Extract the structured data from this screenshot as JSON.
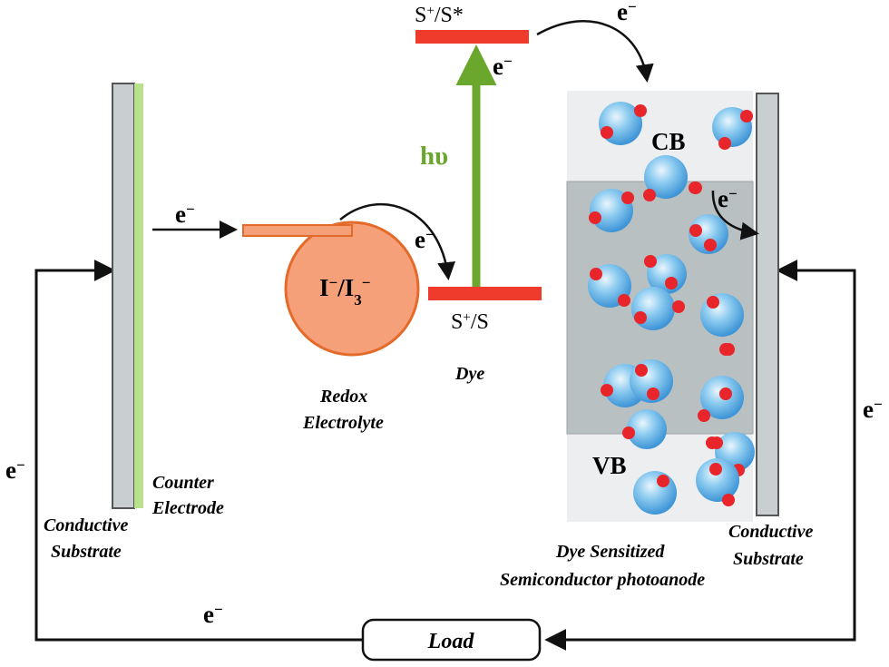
{
  "labels": {
    "electron": "e",
    "minus": "−",
    "plus": "+",
    "counter_electrode_line1": "Counter",
    "counter_electrode_line2": "Electrode",
    "conductive_substrate_left_line1": "Conductive",
    "conductive_substrate_left_line2": "Substrate",
    "conductive_substrate_right_line1": "Conductive",
    "conductive_substrate_right_line2": "Substrate",
    "redox_line1": "Redox",
    "redox_line2": "Electrolyte",
    "redox_couple_I": "I",
    "redox_couple_I3": "/I",
    "redox_couple_sub": "3",
    "dye": "Dye",
    "s_plus_s_star_S": "S",
    "s_plus_s_star_rest": "/S*",
    "s_plus_s_S": "S",
    "s_plus_s_rest": "/S",
    "hv": "hυ",
    "cb": "CB",
    "vb": "VB",
    "photoanode_line1": "Dye Sensitized",
    "photoanode_line2": "Semiconductor photoanode",
    "load": "Load"
  },
  "colors": {
    "substrate_fill": "#c9cfd1",
    "substrate_stroke": "#555555",
    "counter_film": "#b9e08a",
    "electrolyte_fill": "#f6a07a",
    "electrolyte_stroke": "#e46a2a",
    "dye_level": "#ef3b2c",
    "hv_arrow": "#6aa72c",
    "photoanode_bg": "#e9ecec",
    "gap_region": "#b9c1c3",
    "particle": "#6ab8e8",
    "dye_molecule": "#e8252a",
    "wire": "#111111"
  }
}
